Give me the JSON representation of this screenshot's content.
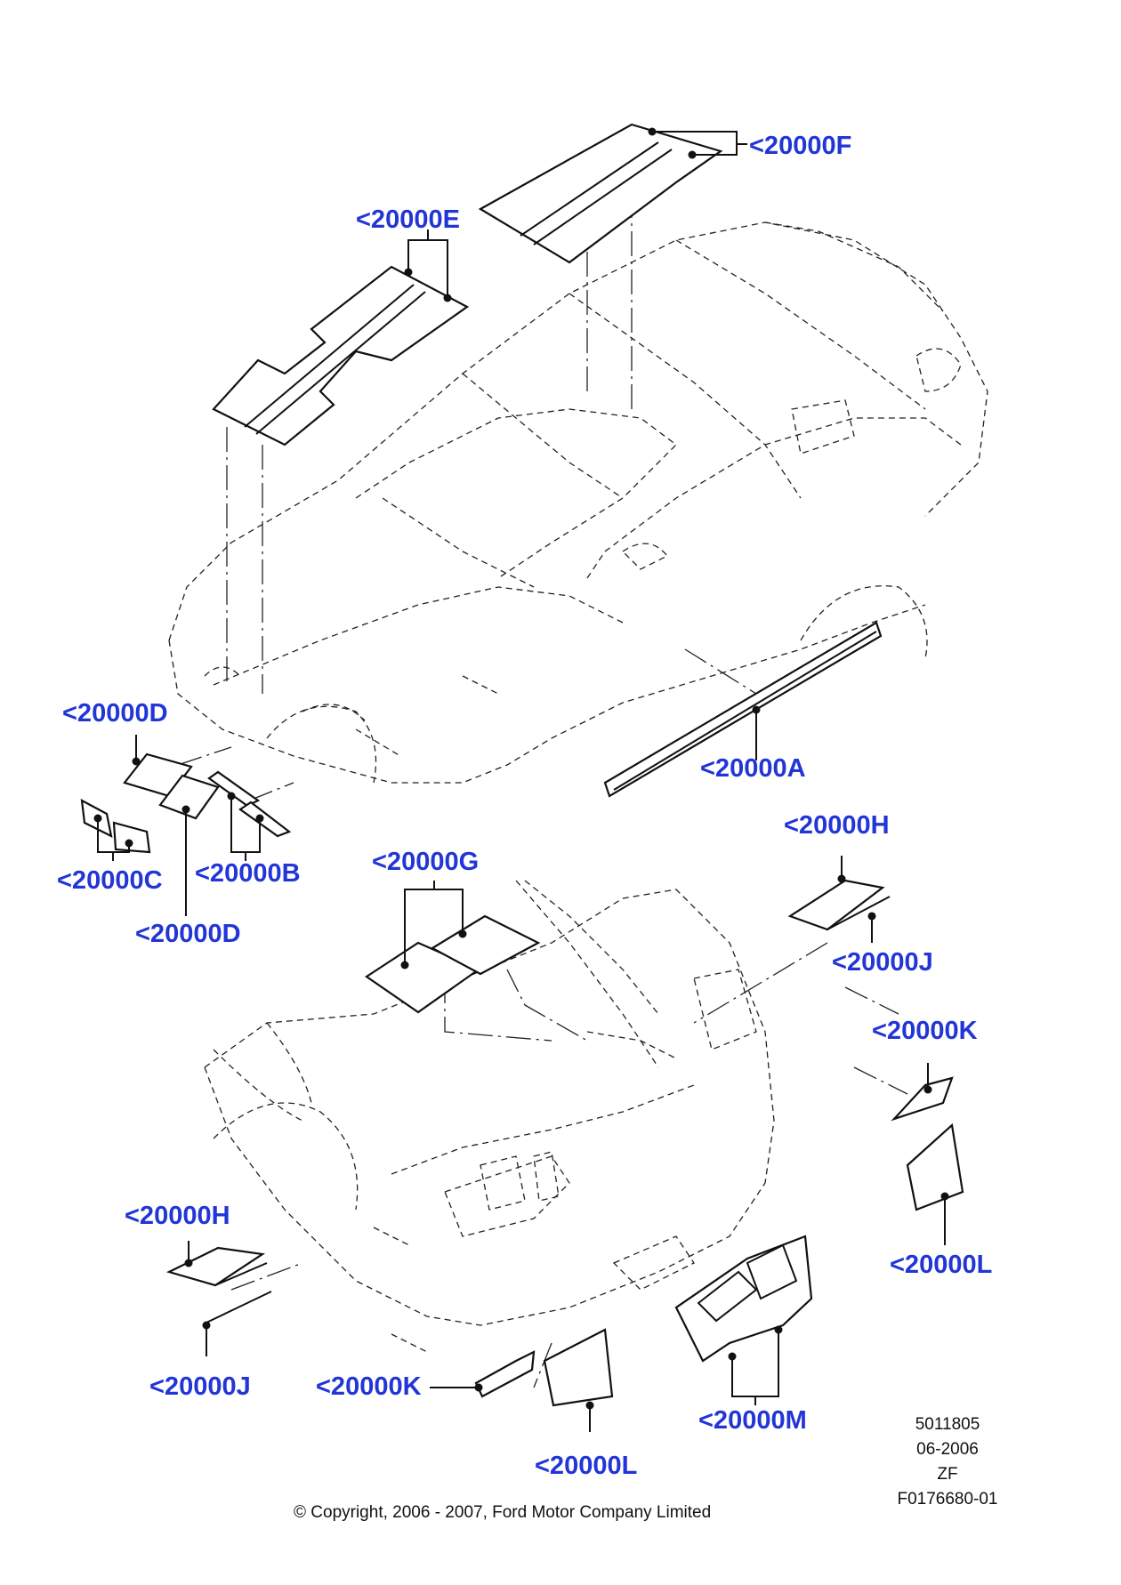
{
  "callouts": {
    "f": "<20000F",
    "e": "<20000E",
    "d_top": "<20000D",
    "a": "<20000A",
    "c": "<20000C",
    "b": "<20000B",
    "d_bottom": "<20000D",
    "g": "<20000G",
    "h_right": "<20000H",
    "j_right": "<20000J",
    "k_right": "<20000K",
    "l_right": "<20000L",
    "h_left": "<20000H",
    "j_left": "<20000J",
    "k_bottom": "<20000K",
    "l_bottom": "<20000L",
    "m": "<20000M"
  },
  "meta": {
    "line1": "5011805",
    "line2": "06-2006",
    "line3": "ZF",
    "line4": "F0176680-01"
  },
  "copyright": "© Copyright, 2006 - 2007, Ford Motor Company Limited",
  "colors": {
    "callout": "#2235d6",
    "line": "#111111"
  }
}
